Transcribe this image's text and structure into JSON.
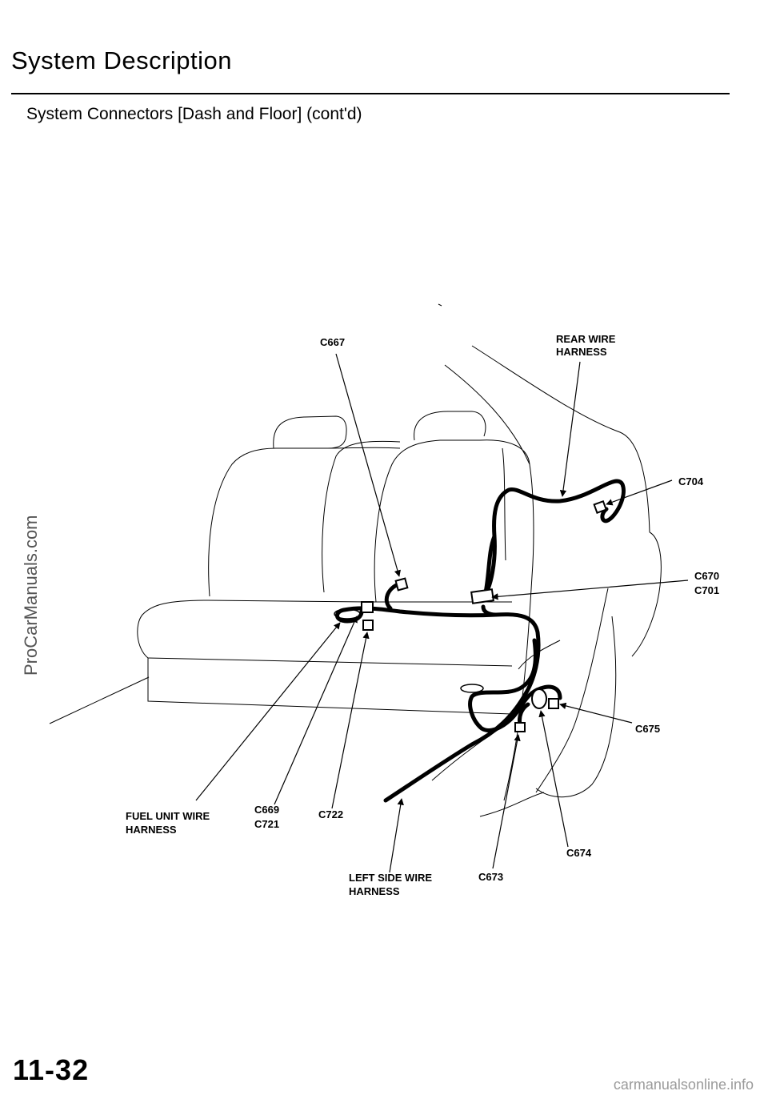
{
  "header": {
    "title": "System Description",
    "subtitle": "System Connectors [Dash and Floor] (cont'd)"
  },
  "diagram": {
    "labels": {
      "c667": "C667",
      "rear_harness_1": "REAR WIRE",
      "rear_harness_2": "HARNESS",
      "c704": "C704",
      "c670": "C670",
      "c701": "C701",
      "c675": "C675",
      "fuel_1": "FUEL UNIT WIRE",
      "fuel_2": "HARNESS",
      "c669": "C669",
      "c721": "C721",
      "c722": "C722",
      "c674": "C674",
      "left_1": "LEFT SIDE WIRE",
      "left_2": "HARNESS",
      "c673": "C673"
    }
  },
  "watermark": "ProCarManuals.com",
  "page_number": "11-32",
  "footer": "carmanualsonline.info"
}
